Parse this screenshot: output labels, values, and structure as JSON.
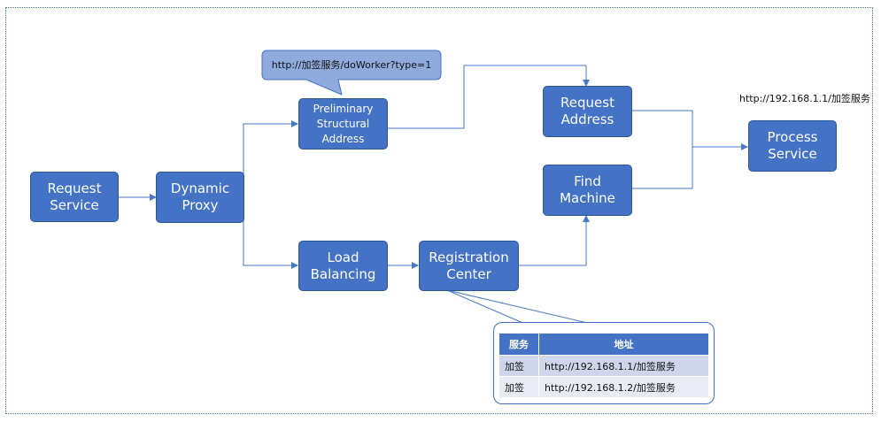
{
  "nodes": {
    "request_service": "Request\nService",
    "dynamic_proxy": "Dynamic\nProxy",
    "preliminary_address": "Preliminary\nStructural\nAddress",
    "load_balancing": "Load\nBalancing",
    "registration_center": "Registration\nCenter",
    "request_address": "Request\nAddress",
    "find_machine": "Find\nMachine",
    "process_service": "Process\nService"
  },
  "callout": {
    "text": "http://加签服务/doWorker?type=1"
  },
  "resolved_address": "http://192.168.1.1/加签服务",
  "registry_table": {
    "headers": [
      "服务",
      "地址"
    ],
    "rows": [
      [
        "加签",
        "http://192.168.1.1/加签服务"
      ],
      [
        "加签",
        "http://192.168.1.2/加签服务"
      ]
    ]
  },
  "colors": {
    "node_fill": "#4472c4",
    "node_border": "#2f5597",
    "connector": "#4a78c8",
    "callout_fill": "#8faadc",
    "header_fill": "#4472c4",
    "row_odd": "#cfd5ea",
    "row_even": "#e9ebf5"
  }
}
